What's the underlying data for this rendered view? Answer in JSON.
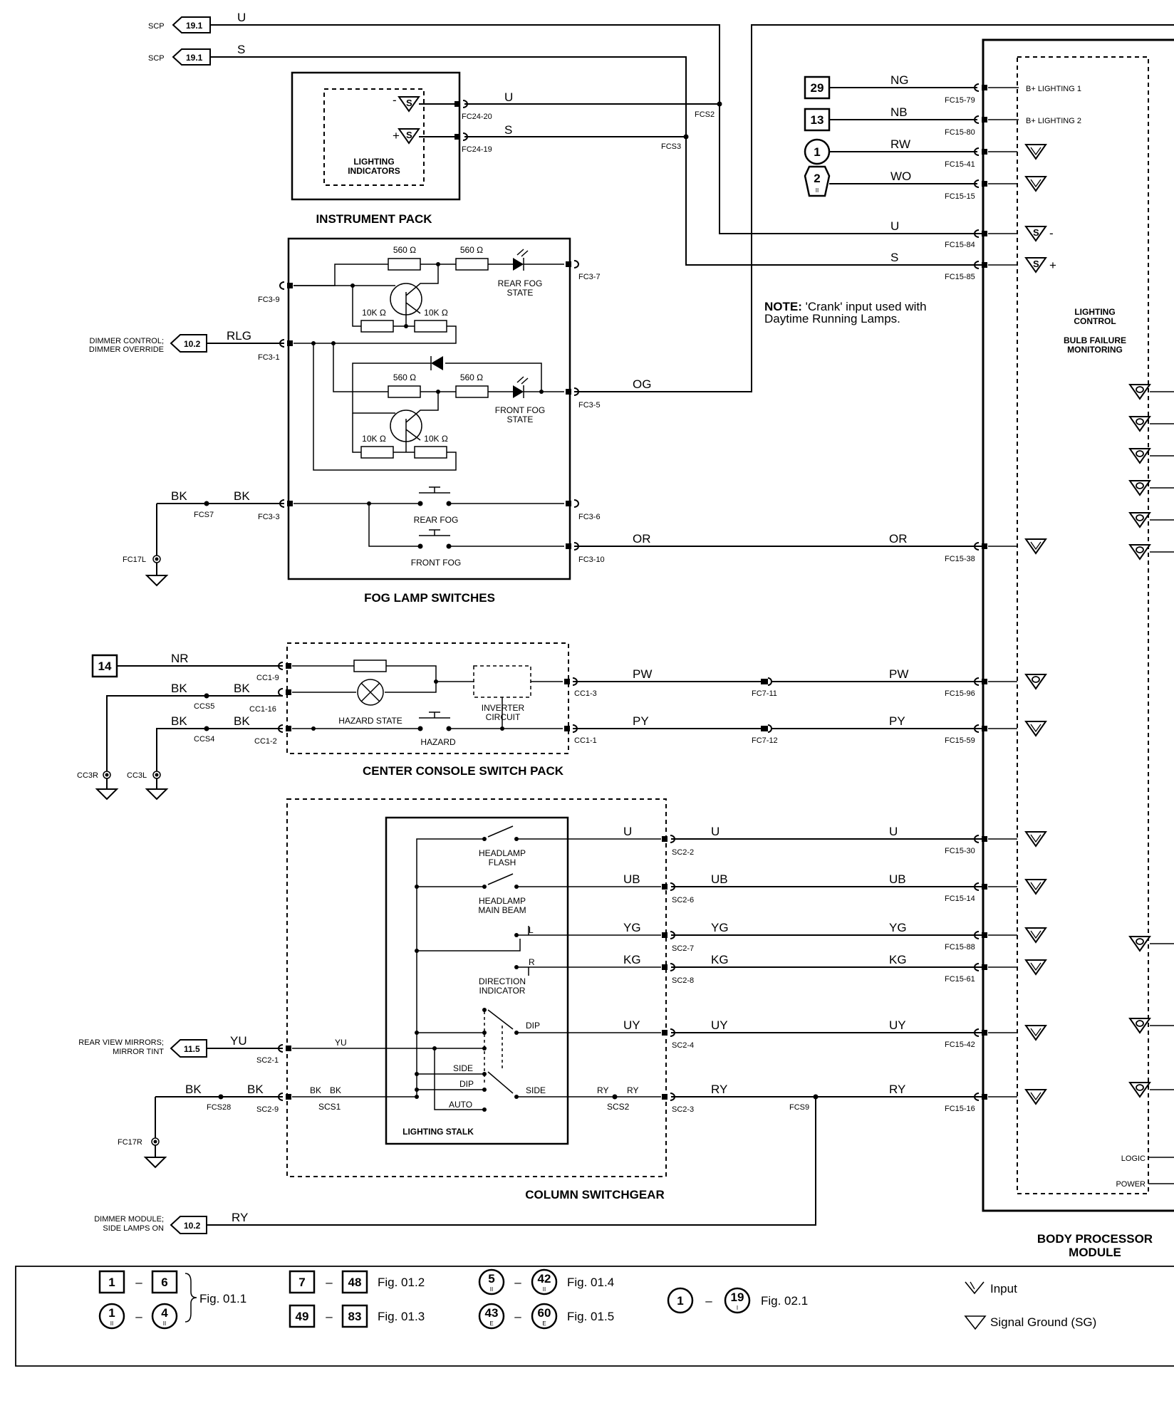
{
  "offpage": {
    "scp_u": {
      "ref": "19.1",
      "label": "SCP",
      "wire": "U"
    },
    "scp_s": {
      "ref": "19.1",
      "label": "SCP",
      "wire": "S"
    },
    "dimmer": {
      "ref": "10.2",
      "label1": "DIMMER CONTROL;",
      "label2": "DIMMER OVERRIDE",
      "wire": "RLG"
    },
    "mirrors": {
      "ref": "11.5",
      "label1": "REAR VIEW MIRRORS;",
      "label2": "MIRROR TINT",
      "wire": "YU"
    },
    "dimmer_module": {
      "ref": "10.2",
      "label1": "DIMMER MODULE;",
      "label2": "SIDE LAMPS ON",
      "wire": "RY"
    }
  },
  "instrument_pack": {
    "title": "INSTRUMENT PACK",
    "inner1": "LIGHTING",
    "inner2": "INDICATORS",
    "sym": "S",
    "pin_u": "FC24-20",
    "pin_s": "FC24-19",
    "wire_u": "U",
    "wire_s": "S",
    "splice_u": "FCS2",
    "splice_s": "FCS3",
    "minus": "-",
    "plus": "+"
  },
  "fog": {
    "title": "FOG LAMP SWITCHES",
    "r560": "560 Ω",
    "r10k": "10K Ω",
    "rear_state1": "REAR FOG",
    "rear_state2": "STATE",
    "front_state1": "FRONT FOG",
    "front_state2": "STATE",
    "rear_switch": "REAR FOG",
    "front_switch": "FRONT FOG",
    "pins": {
      "p9": "FC3-9",
      "p1": "FC3-1",
      "p7": "FC3-7",
      "p5": "FC3-5",
      "p3": "FC3-3",
      "p6": "FC3-6",
      "p10": "FC3-10"
    },
    "wire_og": "OG",
    "wire_or": "OR",
    "wire_bk": "BK",
    "splice": "FCS7",
    "ground": "FC17L"
  },
  "note": {
    "bold": "NOTE:",
    "line1": " 'Crank' input used with",
    "line2": "Daytime Running Lamps."
  },
  "console": {
    "title": "CENTER CONSOLE SWITCH PACK",
    "ref": "14",
    "wire_nr": "NR",
    "wire_bk": "BK",
    "wire_pw": "PW",
    "wire_py": "PY",
    "pins": {
      "p9": "CC1-9",
      "p16": "CC1-16",
      "p2": "CC1-2",
      "p3": "CC1-3",
      "p1": "CC1-1"
    },
    "splices": {
      "s5": "CCS5",
      "s4": "CCS4"
    },
    "grounds": {
      "g1": "CC3R",
      "g2": "CC3L"
    },
    "hazard_state": "HAZARD STATE",
    "hazard": "HAZARD",
    "inverter1": "INVERTER",
    "inverter2": "CIRCUIT",
    "fc7_11": "FC7-11",
    "fc7_12": "FC7-12"
  },
  "column": {
    "title": "COLUMN SWITCHGEAR",
    "stalk": "LIGHTING STALK",
    "flash1": "HEADLAMP",
    "flash2": "FLASH",
    "main1": "HEADLAMP",
    "main2": "MAIN BEAM",
    "dir1": "DIRECTION",
    "dir2": "INDICATOR",
    "l": "L",
    "r": "R",
    "dip": "DIP",
    "side": "SIDE",
    "auto": "AUTO",
    "wires": {
      "u": "U",
      "ub": "UB",
      "yg": "YG",
      "kg": "KG",
      "uy": "UY",
      "ry": "RY",
      "yu": "YU",
      "bk": "BK"
    },
    "pins": {
      "sc2_2": "SC2-2",
      "sc2_6": "SC2-6",
      "sc2_7": "SC2-7",
      "sc2_8": "SC2-8",
      "sc2_4": "SC2-4",
      "sc2_3": "SC2-3",
      "sc2_1": "SC2-1",
      "sc2_9": "SC2-9"
    },
    "splices": {
      "fcs28": "FCS28",
      "scs1": "SCS1",
      "scs2": "SCS2",
      "fcs9": "FCS9"
    },
    "ground": "FC17R"
  },
  "bpm": {
    "title1": "BODY PROCESSOR",
    "title2": "MODULE",
    "lc1": "LIGHTING",
    "lc2": "CONTROL",
    "bf1": "BULB FAILURE",
    "bf2": "MONITORING",
    "b1": "B+ LIGHTING 1",
    "b2": "B+ LIGHTING 2",
    "logic": "LOGIC",
    "power": "POWER",
    "minus": "-",
    "plus": "+",
    "refs": {
      "r29": "29",
      "r13": "13",
      "r1": "1",
      "r2": "2"
    },
    "wires": {
      "ng": "NG",
      "nb": "NB",
      "rw": "RW",
      "wo": "WO",
      "u": "U",
      "s": "S",
      "or": "OR",
      "pw": "PW",
      "py": "PY",
      "ub": "UB",
      "yg": "YG",
      "kg": "KG",
      "uy": "UY",
      "ry": "RY"
    },
    "pins": {
      "p79": "FC15-79",
      "p80": "FC15-80",
      "p41": "FC15-41",
      "p15": "FC15-15",
      "p84": "FC15-84",
      "p85": "FC15-85",
      "p38": "FC15-38",
      "p96": "FC15-96",
      "p59": "FC15-59",
      "p30": "FC15-30",
      "p14": "FC15-14",
      "p88": "FC15-88",
      "p61": "FC15-61",
      "p42": "FC15-42",
      "p16": "FC15-16"
    }
  },
  "legend": {
    "a1": "1",
    "a2": "6",
    "c1": "1",
    "c2": "4",
    "fig11": "Fig. 01.1",
    "b1": "7",
    "b2": "48",
    "fig12": "Fig. 01.2",
    "d1": "49",
    "d2": "83",
    "fig13": "Fig. 01.3",
    "e1": "5",
    "e2": "42",
    "fig14": "Fig. 01.4",
    "f1": "43",
    "f2": "60",
    "fig15": "Fig. 01.5",
    "g1": "1",
    "g2": "19",
    "fig21": "Fig. 02.1",
    "dash": "–",
    "ii": "II",
    "e": "E",
    "i": "I",
    "input": "Input",
    "signal_ground": "Signal Ground (SG)"
  }
}
